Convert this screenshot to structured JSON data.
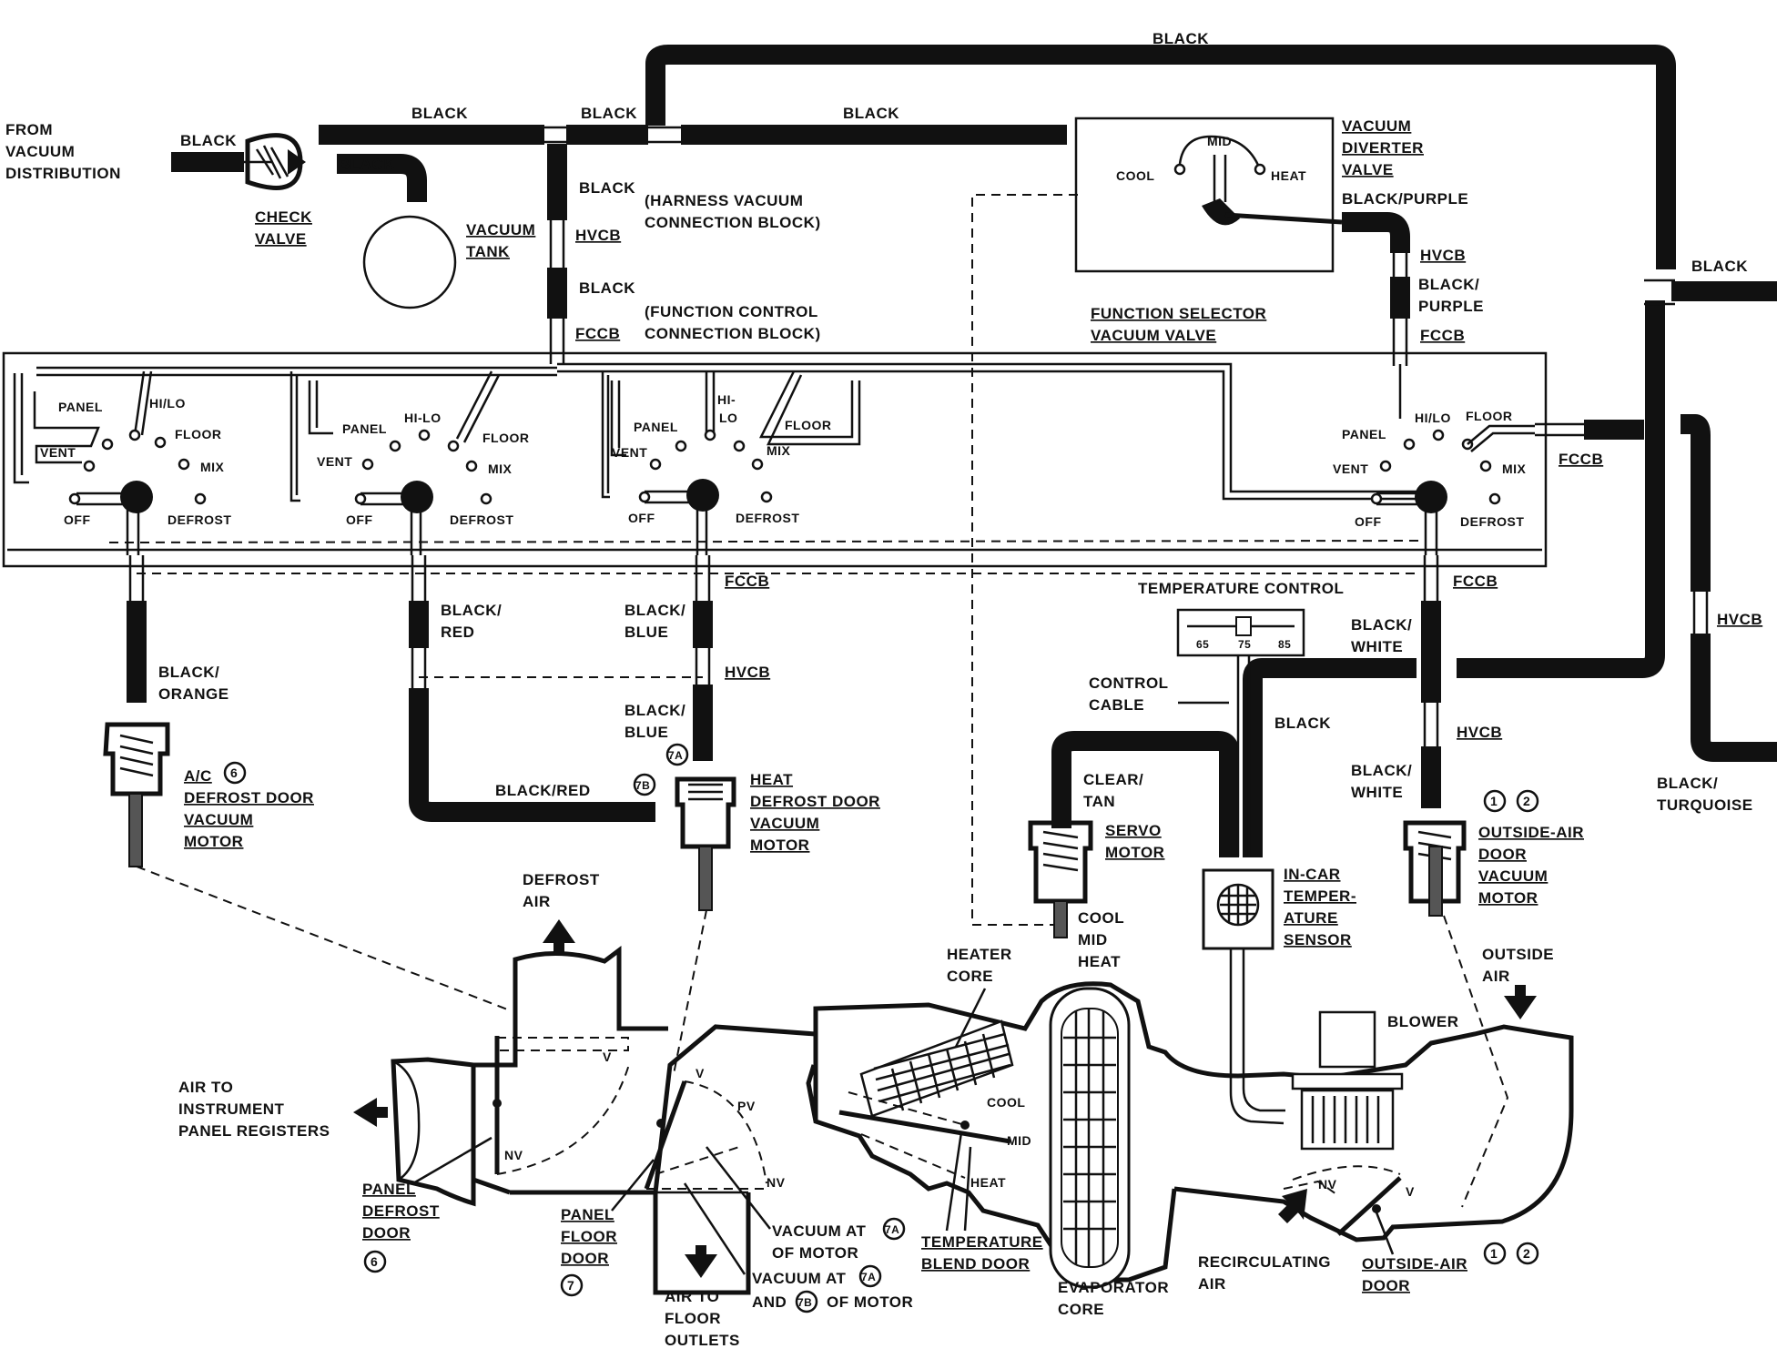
{
  "diagram": {
    "source": {
      "line1": "FROM",
      "line2": "VACUUM",
      "line3": "DISTRIBUTION"
    },
    "hoses": {
      "black_in": "BLACK",
      "black_top1": "BLACK",
      "black_top2": "BLACK",
      "black_top3": "BLACK",
      "black_tank": "BLACK",
      "black_far_top": "BLACK",
      "black_vert1": "BLACK",
      "black_vert2": "BLACK",
      "black_purple_top": "BLACK/PURPLE",
      "black_purple_2": "BLACK/",
      "black_purple_3": "PURPLE",
      "black_right": "BLACK",
      "black_orange_1": "BLACK/",
      "black_orange_2": "ORANGE",
      "black_red_1": "BLACK/",
      "black_red_2": "RED",
      "black_red_h": "BLACK/RED",
      "black_blue_1": "BLACK/",
      "black_blue_2": "BLUE",
      "black_blue_3": "BLACK/",
      "black_blue_4": "BLUE",
      "black_white_1": "BLACK/",
      "black_white_2": "WHITE",
      "black_white_3": "BLACK/",
      "black_white_4": "WHITE",
      "black_servo": "BLACK",
      "clear_tan_1": "CLEAR/",
      "clear_tan_2": "TAN",
      "black_turq_1": "BLACK/",
      "black_turq_2": "TURQUOISE"
    },
    "parts": {
      "check_valve_1": "CHECK",
      "check_valve_2": "VALVE",
      "vacuum_tank_1": "VACUUM",
      "vacuum_tank_2": "TANK",
      "hvcb": "HVCB",
      "fccb": "FCCB",
      "harness_1": "(HARNESS VACUUM",
      "harness_2": "CONNECTION BLOCK)",
      "function_block_1": "(FUNCTION CONTROL",
      "function_block_2": "CONNECTION BLOCK)",
      "diverter_1": "VACUUM",
      "diverter_2": "DIVERTER",
      "diverter_3": "VALVE",
      "cool": "COOL",
      "mid": "MID",
      "heat": "HEAT",
      "selector_1": "FUNCTION SELECTOR",
      "selector_2": "VACUUM VALVE",
      "temp_control": "TEMPERATURE CONTROL",
      "scale_65": "65",
      "scale_75": "75",
      "scale_85": "85",
      "control_cable_1": "CONTROL",
      "control_cable_2": "CABLE",
      "servo_1": "SERVO",
      "servo_2": "MOTOR",
      "servo_cool": "COOL",
      "servo_mid": "MID",
      "servo_heat": "HEAT",
      "sensor_1": "IN-CAR",
      "sensor_2": "TEMPER-",
      "sensor_3": "ATURE",
      "sensor_4": "SENSOR",
      "ac_1": "A/C",
      "ac_num": "6",
      "ac_2": "DEFROST DOOR",
      "ac_3": "VACUUM",
      "ac_4": "MOTOR",
      "heat_1": "HEAT",
      "heat_2": "DEFROST DOOR",
      "heat_3": "VACUUM",
      "heat_4": "MOTOR",
      "port_7a": "7A",
      "port_7b": "7B",
      "oa_num1": "1",
      "oa_num2": "2",
      "oa_1": "OUTSIDE-AIR",
      "oa_2": "DOOR",
      "oa_3": "VACUUM",
      "oa_4": "MOTOR"
    },
    "selector": {
      "panel": "PANEL",
      "vent": "VENT",
      "hilo": "HI/LO",
      "hi": "HI-",
      "lo": "LO",
      "hilo2": "HI-LO",
      "floor": "FLOOR",
      "mix": "MIX",
      "off": "OFF",
      "defrost": "DEFROST"
    },
    "airflow": {
      "defrost_air_1": "DEFROST",
      "defrost_air_2": "AIR",
      "to_panel_1": "AIR TO",
      "to_panel_2": "INSTRUMENT",
      "to_panel_3": "PANEL REGISTERS",
      "panel_defrost_1": "PANEL",
      "panel_defrost_2": "DEFROST",
      "panel_defrost_3": "DOOR",
      "panel_defrost_num": "6",
      "panel_floor_1": "PANEL",
      "panel_floor_2": "FLOOR",
      "panel_floor_3": "DOOR",
      "panel_floor_num": "7",
      "to_floor_1": "AIR TO",
      "to_floor_2": "FLOOR",
      "to_floor_3": "OUTLETS",
      "vac7a_1": "VACUUM AT",
      "vac7a_2": "OF MOTOR",
      "vac7ab_1": "VACUUM AT",
      "vac7ab_2": "AND",
      "vac7ab_3": "OF MOTOR",
      "heater_core_1": "HEATER",
      "heater_core_2": "CORE",
      "blend_1": "TEMPERATURE",
      "blend_2": "BLEND DOOR",
      "evap_1": "EVAPORATOR",
      "evap_2": "CORE",
      "blower": "BLOWER",
      "outside_air_1": "OUTSIDE",
      "outside_air_2": "AIR",
      "recirc_1": "RECIRCULATING",
      "recirc_2": "AIR",
      "oa_door_1": "OUTSIDE-AIR",
      "oa_door_2": "DOOR",
      "v": "V",
      "nv": "NV",
      "pv": "PV",
      "cool": "COOL",
      "mid": "MID",
      "heat": "HEAT"
    }
  }
}
